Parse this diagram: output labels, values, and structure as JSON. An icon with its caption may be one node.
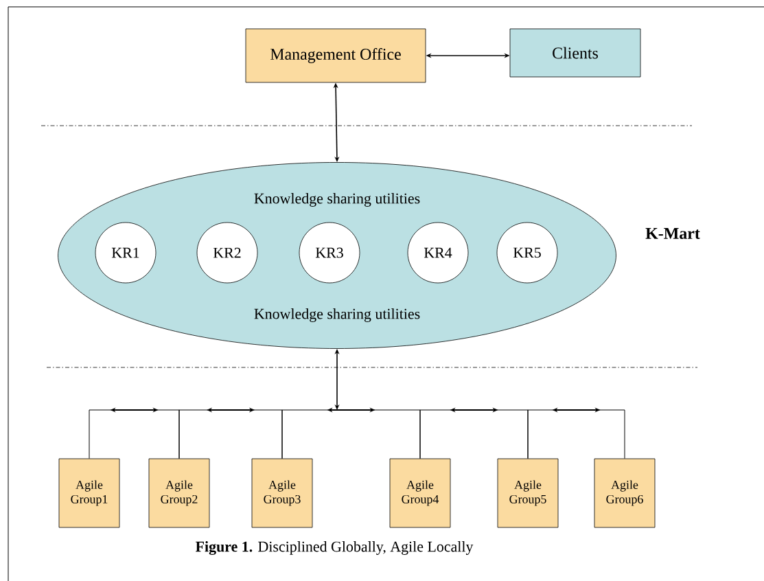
{
  "diagram": {
    "caption": "**Figure 1.** Disciplined Globally, Agile Locally",
    "nodes": [
      {
        "text": [
          "Management Office"
        ]
      },
      {
        "text": [
          "Clients"
        ]
      },
      {
        "text": [
          "Knowledge sharing utilities",
          "Knowledge sharing utilities"
        ],
        "beside": [
          "K-Mart"
        ]
      },
      {
        "text": [
          "KR1"
        ],
        "in": 2
      },
      {
        "text": [
          "KR2"
        ],
        "in": 2
      },
      {
        "text": [
          "KR3"
        ],
        "in": 2
      },
      {
        "text": [
          "KR4"
        ],
        "in": 2
      },
      {
        "text": [
          "KR5"
        ],
        "in": 2
      },
      {
        "text": [
          "Agile Group1"
        ]
      },
      {
        "text": [
          "Agile Group2"
        ]
      },
      {
        "text": [
          "Agile Group3"
        ]
      },
      {
        "text": [
          "Agile Group4"
        ]
      },
      {
        "text": [
          "Agile Group5"
        ]
      },
      {
        "text": [
          "Agile Group6"
        ]
      }
    ],
    "edges": [
      {
        "from": 0,
        "to": 1,
        "arrow": "both"
      },
      {
        "from": 0,
        "to": 2,
        "arrow": "both"
      },
      {
        "from": 2,
        "to": null,
        "arrow": "both"
      },
      {
        "from": 8,
        "to": 9,
        "arrow": "none"
      },
      {
        "from": 9,
        "to": 10,
        "arrow": "none"
      },
      {
        "from": 10,
        "to": 11,
        "arrow": "none"
      },
      {
        "from": 11,
        "to": 12,
        "arrow": "none"
      },
      {
        "from": 12,
        "to": 13,
        "arrow": "none"
      }
    ]
  }
}
